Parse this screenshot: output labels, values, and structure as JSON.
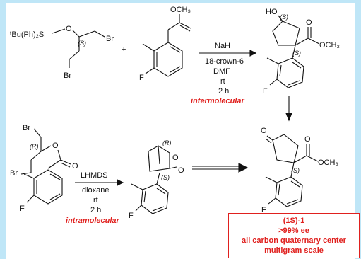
{
  "reagent1": {
    "silyl": "ᵗBu(Ph)₂Si",
    "oxygen": "O",
    "stereo": "(S)",
    "br_top": "Br",
    "br_bottom": "Br"
  },
  "plus": "+",
  "reagent2": {
    "ester": "OCH₃",
    "fluoro": "F"
  },
  "step1": {
    "reagent": "NaH",
    "crown": "18-crown-6",
    "solvent": "DMF",
    "temp": "rt",
    "time": "2 h",
    "label": "intermolecular"
  },
  "product1": {
    "hydroxyl": "HO",
    "stereo_ring": "(S)",
    "stereo_quat": "(S)",
    "ester": "OCH₃",
    "fluoro": "F"
  },
  "reagent3": {
    "br_top": "Br",
    "stereo": "(R)",
    "oxygen": "O",
    "carbonyl_o": "O",
    "br_bottom": "Br",
    "fluoro": "F"
  },
  "step2": {
    "reagent": "LHMDS",
    "solvent": "dioxane",
    "temp": "rt",
    "time": "2 h",
    "label": "intramolecular"
  },
  "lactone": {
    "stereo_top": "(R)",
    "ring_o": "O",
    "carbonyl_o": "O",
    "stereo_quat": "(S)",
    "fluoro": "F"
  },
  "product_final": {
    "ketone_o": "O",
    "stereo": "(S)",
    "carbonyl_o": "O",
    "ester": "OCH₃",
    "fluoro": "F"
  },
  "summary": {
    "line1": "(1S)-1",
    "line2": ">99% ee",
    "line3": "all carbon quaternary center",
    "line4": "multigram scale"
  },
  "colors": {
    "highlight": "#e0201e",
    "border": "#bfe6f7",
    "ink": "#111111"
  }
}
